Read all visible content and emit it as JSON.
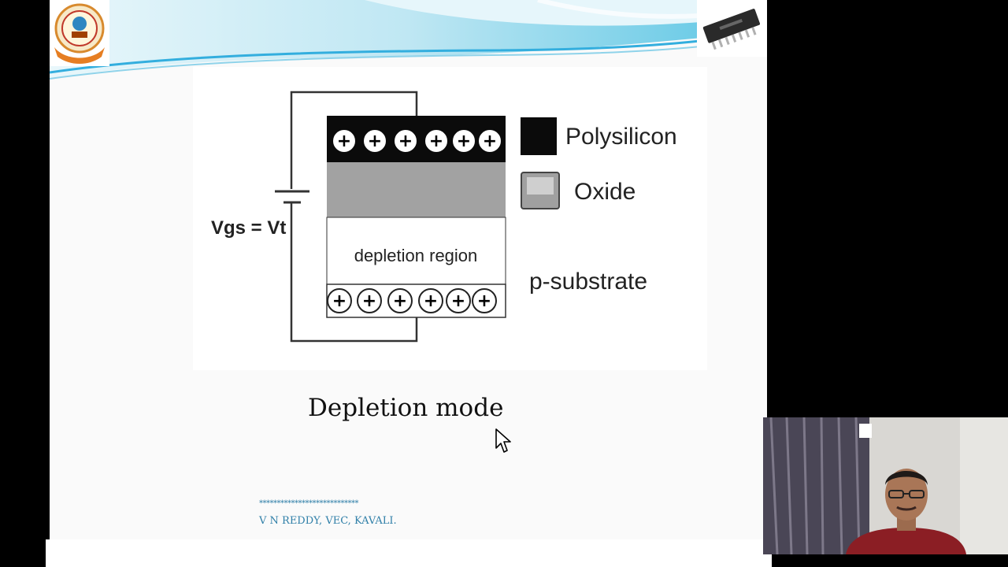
{
  "slide": {
    "caption": "Depletion mode",
    "footer_stars": "****************************",
    "footer_author": "V  N  REDDY, VEC, KAVALI."
  },
  "diagram": {
    "voltage_label": "Vgs = Vt",
    "region_label": "depletion region",
    "legend": {
      "poly": "Polysilicon",
      "oxide": "Oxide",
      "substrate": "p-substrate"
    },
    "gate_charge_glyph": "+",
    "substrate_charge_glyph": "+"
  },
  "colors": {
    "banner_wave": "#4fc3e0",
    "footer_text": "#2f7fa8",
    "polysilicon": "#0b0b0b",
    "oxide": "#9a9a9a"
  },
  "icons": {
    "logo": "college-emblem",
    "chip": "ic-chip",
    "cursor": "mouse-pointer"
  }
}
